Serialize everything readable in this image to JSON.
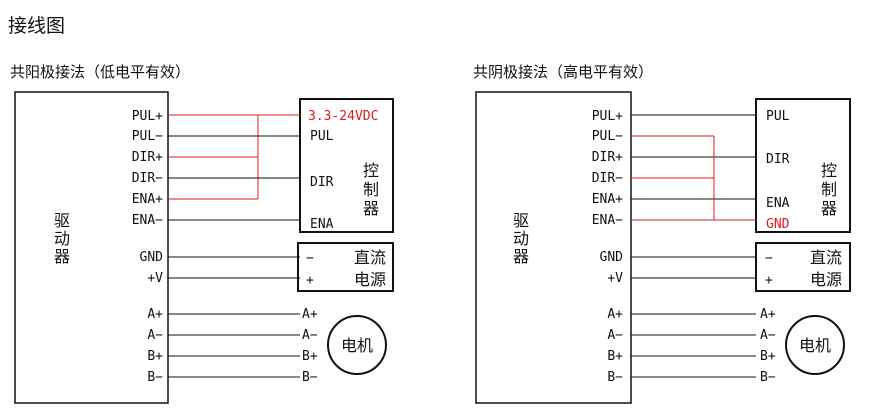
{
  "page_title": "接线图",
  "colors": {
    "line": "#111111",
    "red": "#e0191b"
  },
  "left": {
    "heading": "共阳极接法（低电平有效）",
    "driver_label": [
      "驱",
      "动",
      "器"
    ],
    "pins": [
      "PUL+",
      "PUL−",
      "DIR+",
      "DIR−",
      "ENA+",
      "ENA−",
      "GND",
      "+V",
      "A+",
      "A−",
      "B+",
      "B−"
    ],
    "controller": {
      "power_label": "3.3-24VDC",
      "pins": [
        "PUL",
        "DIR",
        "ENA"
      ],
      "name": [
        "控",
        "制",
        "器"
      ]
    },
    "psu": {
      "minus": "−",
      "plus": "+",
      "name": [
        "直流",
        "电源"
      ]
    },
    "motor": {
      "pins": [
        "A+",
        "A−",
        "B+",
        "B−"
      ],
      "name": "电机"
    }
  },
  "right": {
    "heading": "共阴极接法（高电平有效）",
    "driver_label": [
      "驱",
      "动",
      "器"
    ],
    "pins": [
      "PUL+",
      "PUL−",
      "DIR+",
      "DIR−",
      "ENA+",
      "ENA−",
      "GND",
      "+V",
      "A+",
      "A−",
      "B+",
      "B−"
    ],
    "controller": {
      "pins": [
        "PUL",
        "DIR",
        "ENA"
      ],
      "gnd_label": "GND",
      "name": [
        "控",
        "制",
        "器"
      ]
    },
    "psu": {
      "minus": "−",
      "plus": "+",
      "name": [
        "直流",
        "电源"
      ]
    },
    "motor": {
      "pins": [
        "A+",
        "A−",
        "B+",
        "B−"
      ],
      "name": "电机"
    }
  }
}
